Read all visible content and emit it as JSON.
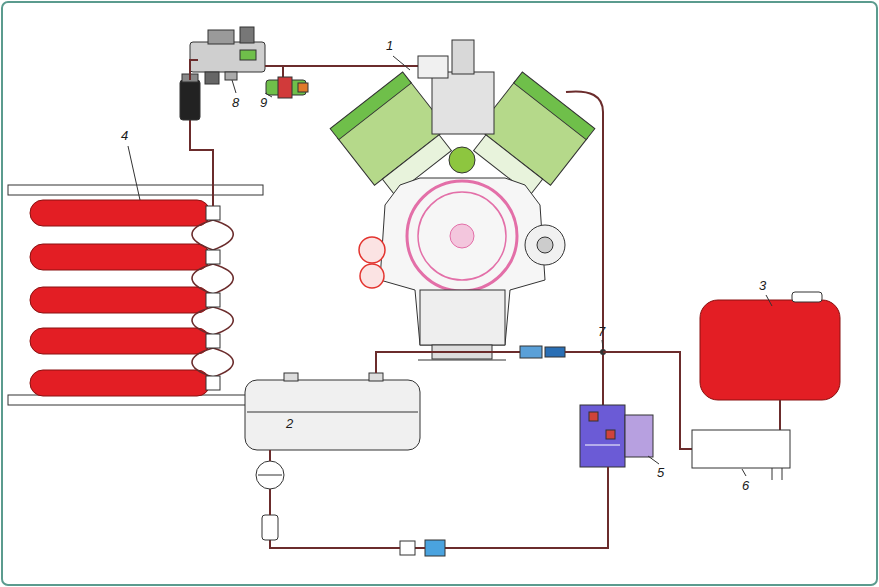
{
  "diagram": {
    "labels": [
      "1",
      "8",
      "9",
      "4",
      "3",
      "7",
      "2",
      "5",
      "6"
    ]
  }
}
